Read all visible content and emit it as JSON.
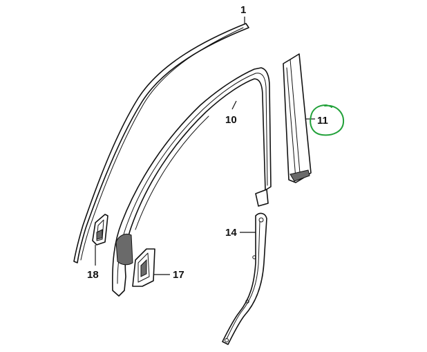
{
  "parts": [
    {
      "id": "part-1",
      "label": "1"
    },
    {
      "id": "part-10",
      "label": "10"
    },
    {
      "id": "part-11",
      "label": "11"
    },
    {
      "id": "part-14",
      "label": "14"
    },
    {
      "id": "part-17",
      "label": "17"
    },
    {
      "id": "part-18",
      "label": "18"
    }
  ],
  "highlight": {
    "target_label": "11",
    "color": "#22a13a"
  },
  "colors": {
    "line": "#111111",
    "background": "#ffffff",
    "shading": "#6a6a6a"
  }
}
